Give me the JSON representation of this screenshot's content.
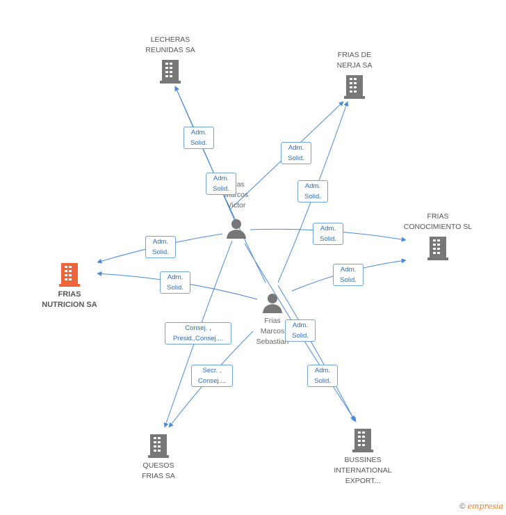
{
  "nodes": {
    "lecheras": {
      "label_lines": [
        "LECHERAS",
        "REUNIDAS SA"
      ]
    },
    "frias_nerja": {
      "label_lines": [
        "FRIAS DE",
        "NERJA SA"
      ]
    },
    "frias_conocimiento": {
      "label_lines": [
        "FRIAS",
        "CONOCIMIENTO SL"
      ]
    },
    "frias_nutricion": {
      "label_lines": [
        "FRIAS",
        "NUTRICION SA"
      ]
    },
    "quesos": {
      "label_lines": [
        "QUESOS",
        "FRIAS SA"
      ]
    },
    "bussines": {
      "label_lines": [
        "BUSSINES",
        "INTERNATIONAL",
        "EXPORT..."
      ]
    },
    "victor": {
      "label_lines": [
        "Frias",
        "Marcos",
        "Victor"
      ]
    },
    "sebastian": {
      "label_lines": [
        "Frias",
        "Marcos",
        "Sebastian"
      ]
    }
  },
  "relations": [
    {
      "lines": [
        "Adm.",
        "Solid."
      ]
    },
    {
      "lines": [
        "Adm.",
        "Solid."
      ]
    },
    {
      "lines": [
        "Adm.",
        "Solid."
      ]
    },
    {
      "lines": [
        "Adm.",
        "Solid."
      ]
    },
    {
      "lines": [
        "Adm.",
        "Solid."
      ]
    },
    {
      "lines": [
        "Adm.",
        "Solid."
      ]
    },
    {
      "lines": [
        "Adm.",
        "Solid."
      ]
    },
    {
      "lines": [
        "Adm.",
        "Solid."
      ]
    },
    {
      "lines": [
        "Adm.",
        "Solid."
      ]
    },
    {
      "lines": [
        "Adm.",
        "Solid."
      ]
    },
    {
      "lines": [
        "Consej. ,",
        "Presid.,Consej...."
      ]
    },
    {
      "lines": [
        "Secr. ,",
        "Consej...."
      ]
    }
  ],
  "footer": {
    "copyright": "©",
    "brand_initial": "e",
    "brand_rest": "mpresia"
  },
  "colors": {
    "edge": "#4a8ad8",
    "badge_border": "#6fa3dd",
    "company_icon": "#777777",
    "main_company": "#f0643c",
    "person_icon": "#777777"
  },
  "icons": {
    "company": "building-icon",
    "person": "person-icon"
  }
}
